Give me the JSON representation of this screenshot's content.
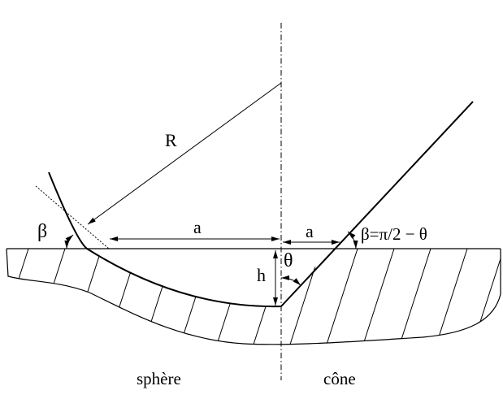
{
  "labels": {
    "R": "R",
    "a_sphere": "a",
    "a_cone": "a",
    "h": "h",
    "theta": "θ",
    "beta": "β",
    "beta_relation": "β=π/2 − θ"
  },
  "captions": {
    "sphere": "sphère",
    "cone": "cône"
  }
}
